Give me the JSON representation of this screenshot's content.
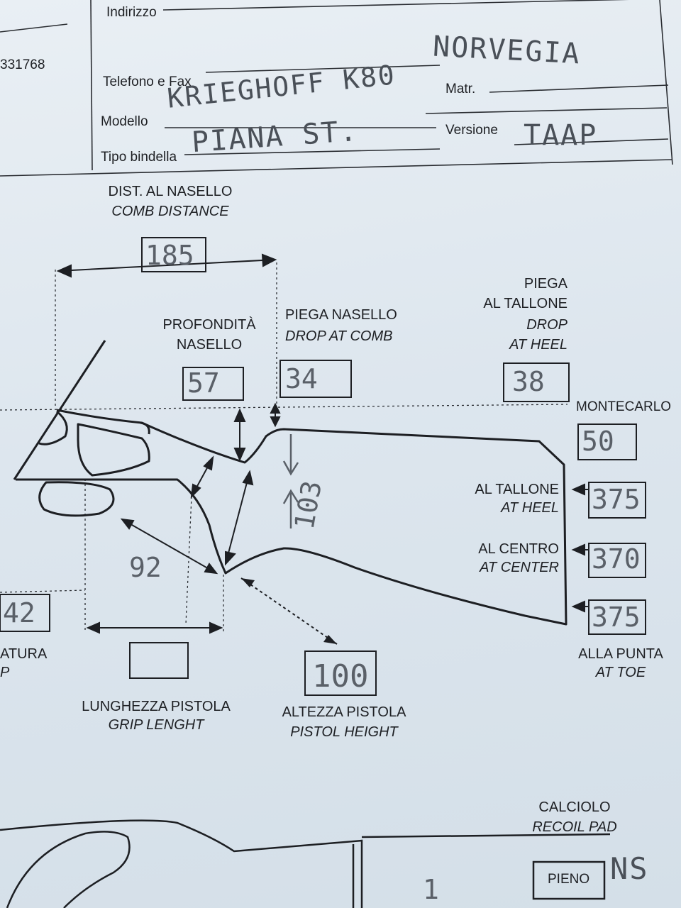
{
  "header": {
    "indirizzo_label": "Indirizzo",
    "phone_fragment": "331768",
    "telefono_label": "Telefono e Fax",
    "matr_label": "Matr.",
    "modello_label": "Modello",
    "versione_label": "Versione",
    "tipo_bindella_label": "Tipo bindella",
    "country_handwritten": "NORVEGIA",
    "modello_handwritten": "KRIEGHOFF K80",
    "tipo_bindella_handwritten": "PIANA ST.",
    "versione_handwritten": "TAAP"
  },
  "diagram": {
    "comb_distance": {
      "label_it": "DIST. AL NASELLO",
      "label_en": "COMB DISTANCE",
      "value": "185"
    },
    "comb_depth": {
      "label_it_1": "PROFONDITÀ",
      "label_it_2": "NASELLO",
      "value": "57"
    },
    "drop_at_comb": {
      "label_it": "PIEGA NASELLO",
      "label_en": "DROP AT COMB",
      "value": "34"
    },
    "drop_at_heel": {
      "label_it_1": "PIEGA",
      "label_it_2": "AL TALLONE",
      "label_en_1": "DROP",
      "label_en_2": "AT HEEL",
      "value": "38"
    },
    "montecarlo": {
      "label": "MONTECARLO",
      "value": "50"
    },
    "length_heel": {
      "label_it": "AL TALLONE",
      "label_en": "AT HEEL",
      "value": "375"
    },
    "length_center": {
      "label_it": "AL CENTRO",
      "label_en": "AT CENTER",
      "value": "370"
    },
    "length_toe": {
      "label_it": "ALLA PUNTA",
      "label_en": "AT TOE",
      "value": "375"
    },
    "stock_height_value": "103",
    "grip_diagonal_value": "92",
    "left_partial_value": "42",
    "left_partial_label_1": "ATURA",
    "left_partial_label_2": "P",
    "grip_length": {
      "label_it": "LUNGHEZZA PISTOLA",
      "label_en": "GRIP LENGHT",
      "value": ""
    },
    "pistol_height": {
      "label_it": "ALTEZZA PISTOLA",
      "label_en": "PISTOL HEIGHT",
      "value": "100"
    }
  },
  "recoil_pad": {
    "label_it": "CALCIOLO",
    "label_en": "RECOIL PAD",
    "option": "PIENO",
    "handwritten": "NS",
    "partial_digits": "1"
  }
}
